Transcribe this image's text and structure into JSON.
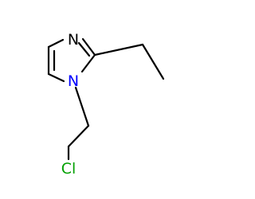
{
  "molecule": {
    "atoms": {
      "n3": {
        "symbol": "N",
        "color": "#000000"
      },
      "n1": {
        "symbol": "N",
        "color": "#0000FF"
      },
      "cl": {
        "symbol": "Cl",
        "color": "#00A000"
      }
    },
    "bond_color": "#000000",
    "background": "#ffffff"
  }
}
